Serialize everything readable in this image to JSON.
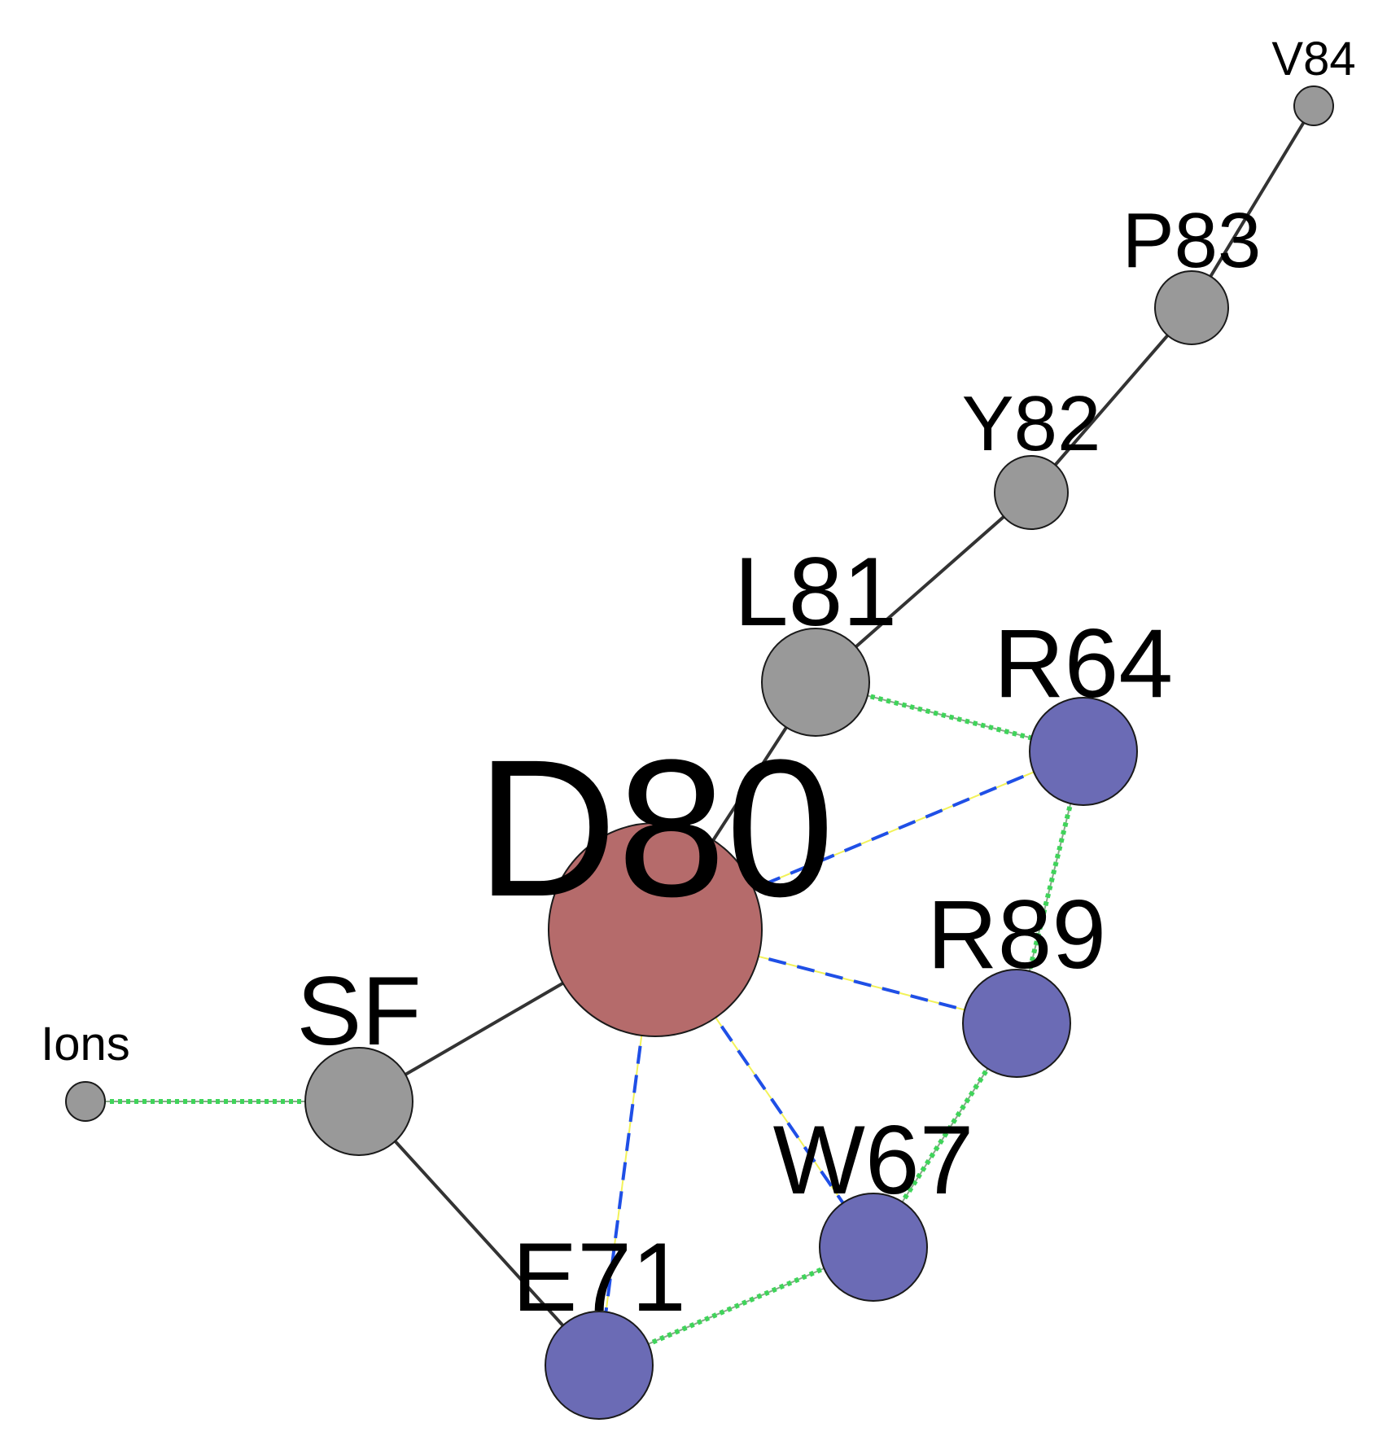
{
  "network": {
    "colors": {
      "gray_node": "#999999",
      "blue_node": "#6b6bb5",
      "center_node": "#b56b6b",
      "node_stroke": "#1a1a1a",
      "backbone_edge": "#333333",
      "hbond_dash": "#1f4fe6",
      "hbond_under": "#f2f25a",
      "contact_dot": "#3fd45a",
      "contact_under": "#8aa88a"
    },
    "nodes": [
      {
        "id": "V84",
        "label": "V84",
        "group": "gray"
      },
      {
        "id": "P83",
        "label": "P83",
        "group": "gray"
      },
      {
        "id": "Y82",
        "label": "Y82",
        "group": "gray"
      },
      {
        "id": "L81",
        "label": "L81",
        "group": "gray"
      },
      {
        "id": "R64",
        "label": "R64",
        "group": "blue"
      },
      {
        "id": "D80",
        "label": "D80",
        "group": "center"
      },
      {
        "id": "R89",
        "label": "R89",
        "group": "blue"
      },
      {
        "id": "SF",
        "label": "SF",
        "group": "gray"
      },
      {
        "id": "Ions",
        "label": "Ions",
        "group": "gray"
      },
      {
        "id": "W67",
        "label": "W67",
        "group": "blue"
      },
      {
        "id": "E71",
        "label": "E71",
        "group": "blue"
      }
    ],
    "edges": [
      {
        "from": "V84",
        "to": "P83",
        "type": "backbone"
      },
      {
        "from": "P83",
        "to": "Y82",
        "type": "backbone"
      },
      {
        "from": "Y82",
        "to": "L81",
        "type": "backbone"
      },
      {
        "from": "L81",
        "to": "D80",
        "type": "backbone"
      },
      {
        "from": "D80",
        "to": "SF",
        "type": "backbone"
      },
      {
        "from": "SF",
        "to": "E71",
        "type": "backbone"
      },
      {
        "from": "D80",
        "to": "R64",
        "type": "hbond"
      },
      {
        "from": "D80",
        "to": "R89",
        "type": "hbond"
      },
      {
        "from": "D80",
        "to": "W67",
        "type": "hbond"
      },
      {
        "from": "D80",
        "to": "E71",
        "type": "hbond"
      },
      {
        "from": "L81",
        "to": "R64",
        "type": "contact"
      },
      {
        "from": "R64",
        "to": "R89",
        "type": "contact"
      },
      {
        "from": "R89",
        "to": "W67",
        "type": "contact"
      },
      {
        "from": "W67",
        "to": "E71",
        "type": "contact"
      },
      {
        "from": "Ions",
        "to": "SF",
        "type": "contact"
      }
    ]
  }
}
